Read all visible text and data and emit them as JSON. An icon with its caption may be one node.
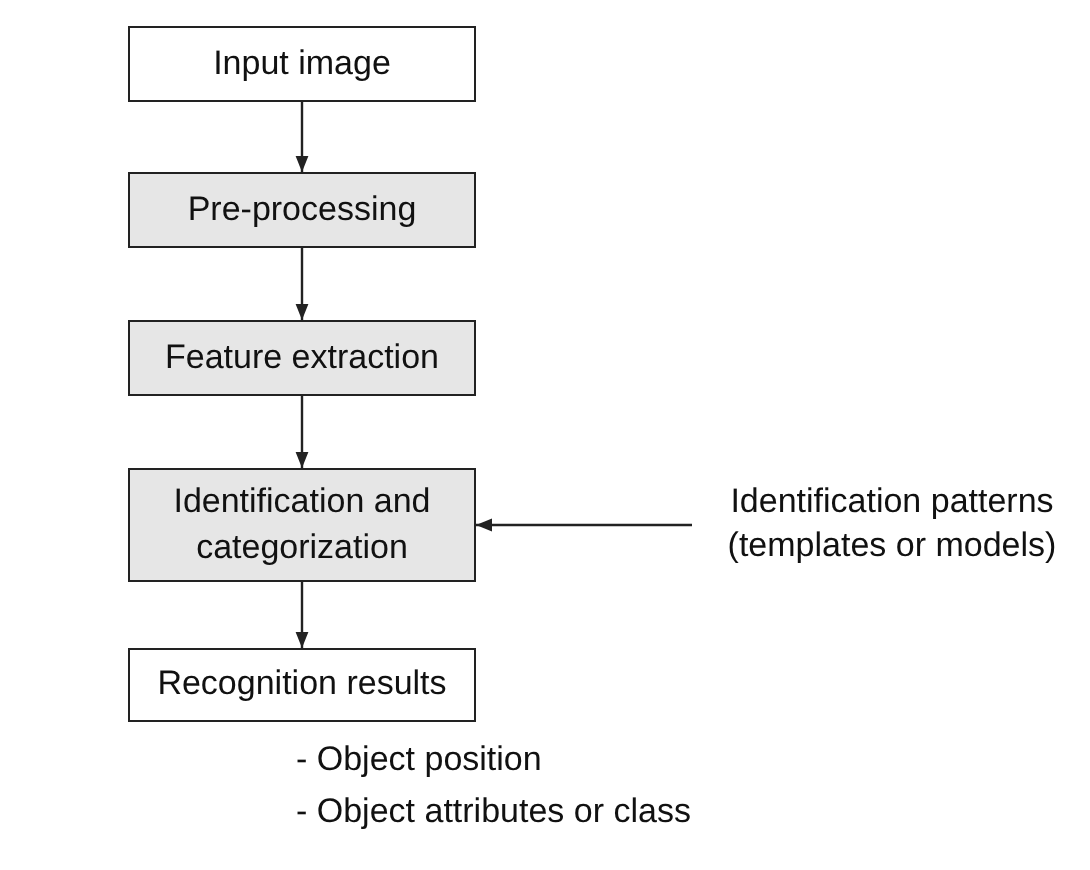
{
  "diagram": {
    "nodes": [
      {
        "text": [
          "Input image"
        ]
      },
      {
        "text": [
          "Pre-processing"
        ]
      },
      {
        "text": [
          "Feature extraction"
        ]
      },
      {
        "text": [
          "Identification and categorization"
        ]
      },
      {
        "text": [
          "Recognition results"
        ],
        "beside": [
          "- Object position",
          "- Object attributes or class"
        ]
      },
      {
        "text": [
          "Identification patterns (templates or models)"
        ]
      }
    ],
    "edges": [
      {
        "from": 0,
        "to": 1,
        "arrow": "to"
      },
      {
        "from": 1,
        "to": 2,
        "arrow": "to"
      },
      {
        "from": 2,
        "to": 3,
        "arrow": "to"
      },
      {
        "from": 3,
        "to": 4,
        "arrow": "to"
      },
      {
        "from": 5,
        "to": 3,
        "arrow": "to"
      }
    ]
  }
}
